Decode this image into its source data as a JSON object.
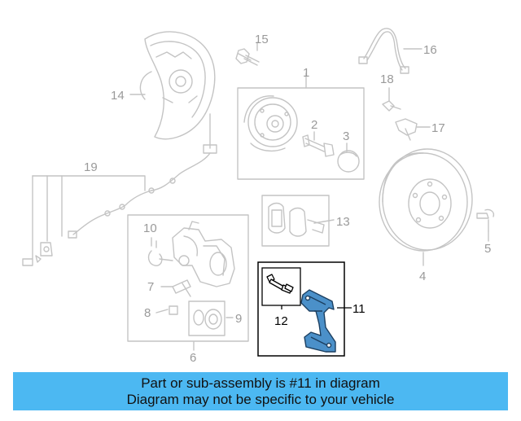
{
  "diagram": {
    "callouts": [
      {
        "id": "c1",
        "text": "1"
      },
      {
        "id": "c2",
        "text": "2"
      },
      {
        "id": "c3",
        "text": "3"
      },
      {
        "id": "c4",
        "text": "4"
      },
      {
        "id": "c5",
        "text": "5"
      },
      {
        "id": "c6",
        "text": "6"
      },
      {
        "id": "c7",
        "text": "7"
      },
      {
        "id": "c8",
        "text": "8"
      },
      {
        "id": "c9",
        "text": "9"
      },
      {
        "id": "c10",
        "text": "10"
      },
      {
        "id": "c11",
        "text": "11"
      },
      {
        "id": "c12",
        "text": "12"
      },
      {
        "id": "c13",
        "text": "13"
      },
      {
        "id": "c14",
        "text": "14"
      },
      {
        "id": "c15",
        "text": "15"
      },
      {
        "id": "c16",
        "text": "16"
      },
      {
        "id": "c17",
        "text": "17"
      },
      {
        "id": "c18",
        "text": "18"
      },
      {
        "id": "c19",
        "text": "19"
      }
    ],
    "highlighted_part": "11",
    "colors": {
      "ghost_lines": "#c4c4c4",
      "label_gray": "#9a9a9a",
      "highlight_fill": "#4b90c9",
      "highlight_stroke": "#1c3f60",
      "banner_bg": "#4cb8f2"
    }
  },
  "banner": {
    "line1": "Part or sub-assembly is #11 in diagram",
    "line2": "Diagram may not be specific to your vehicle"
  }
}
